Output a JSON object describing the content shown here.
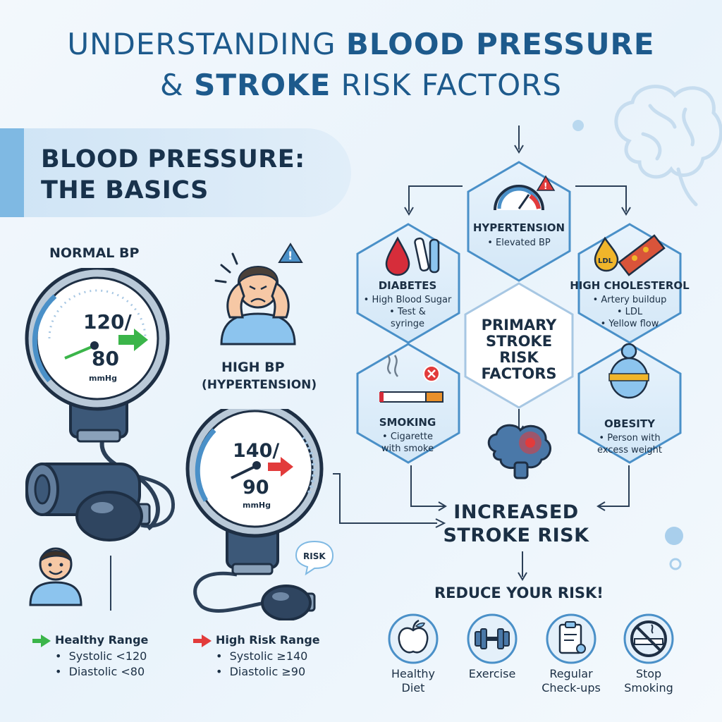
{
  "title": {
    "line1_plain": "UNDERSTANDING ",
    "line1_bold": "BLOOD PRESSURE",
    "line2_pre": "& ",
    "line2_bold": "STROKE",
    "line2_plain": " RISK FACTORS"
  },
  "basics": {
    "line1": "BLOOD PRESSURE:",
    "line2": "THE BASICS"
  },
  "normal": {
    "label": "NORMAL BP",
    "gauge_top": "120/",
    "gauge_bottom": "80",
    "gauge_unit": "mmHg",
    "range_title": "Healthy Range",
    "items": [
      "Systolic <120",
      "Diastolic <80"
    ]
  },
  "high": {
    "label_line1": "HIGH BP",
    "label_line2": "(HYPERTENSION)",
    "gauge_top": "140/",
    "gauge_bottom": "90",
    "gauge_unit": "mmHg",
    "bubble": "RISK",
    "range_title": "High Risk Range",
    "items": [
      "Systolic ≥140",
      "Diastolic ≥90"
    ]
  },
  "factors": {
    "center": [
      "PRIMARY",
      "STROKE",
      "RISK",
      "FACTORS"
    ],
    "hypertension": {
      "title": "HYPERTENSION",
      "items": [
        "• Elevated BP"
      ]
    },
    "diabetes": {
      "title": "DIABETES",
      "items": [
        "• High Blood Sugar",
        "• Test &",
        "syringe"
      ]
    },
    "cholesterol": {
      "title": "HIGH CHOLESTEROL",
      "items": [
        "• Artery buildup",
        "• LDL",
        "• Yellow flow"
      ],
      "badge": "LDL"
    },
    "smoking": {
      "title": "SMOKING",
      "items": [
        "• Cigarette",
        "with smoke"
      ]
    },
    "obesity": {
      "title": "OBESITY",
      "items": [
        "• Person with",
        "excess weight"
      ]
    }
  },
  "stroke": {
    "line1": "INCREASED",
    "line2": "STROKE RISK"
  },
  "reduce": {
    "title": "REDUCE YOUR RISK!",
    "tips": [
      {
        "line1": "Healthy",
        "line2": "Diet",
        "icon": "apple-icon"
      },
      {
        "line1": "Exercise",
        "line2": "",
        "icon": "dumbbell-icon"
      },
      {
        "line1": "Regular",
        "line2": "Check-ups",
        "icon": "clipboard-icon"
      },
      {
        "line1": "Stop",
        "line2": "Smoking",
        "icon": "no-smoking-icon"
      }
    ]
  },
  "colors": {
    "primary": "#1d5a8c",
    "text": "#1b2f44",
    "accent_blue": "#4a90c8",
    "healthy_green": "#3bb54a",
    "risk_red": "#e23b3b",
    "light_blue": "#cfe4f5"
  }
}
